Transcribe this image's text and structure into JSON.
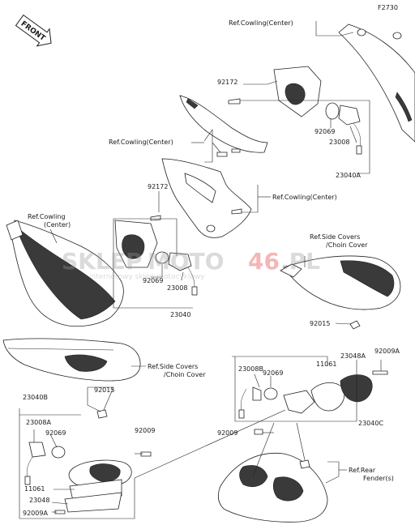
{
  "diagram_id": "F2730",
  "front_label": "FRONT",
  "labels": {
    "cowling_center_top": "Ref.Cowling(Center)",
    "cowling_center_mid": "Ref.Cowling(Center)",
    "cowling_center_right": "Ref.Cowling(Center)",
    "cowling_center_left_1": "Ref.Cowling",
    "cowling_center_left_2": "(Center)",
    "side_covers_right_1": "Ref.Side Covers",
    "side_covers_right_2": "/Choin Cover",
    "side_covers_left_1": "Ref.Side Covers",
    "side_covers_left_2": "/Choin Cover",
    "rear_fender_1": "Ref.Rear",
    "rear_fender_2": "Fender(s)"
  },
  "parts": {
    "p92172_a": "92172",
    "p92069_a": "92069",
    "p23008_a": "23008",
    "p23040A": "23040A",
    "p92172_b": "92172",
    "p92069_b": "92069",
    "p23008_b": "23008",
    "p23040": "23040",
    "p92015_a": "92015",
    "p11061_a": "11061",
    "p23048A": "23048A",
    "p92009A_a": "92009A",
    "p23008B": "23008B",
    "p92069_c": "92069",
    "p23040C": "23040C",
    "p92009_a": "92009",
    "p23040B": "23040B",
    "p92015_b": "92015",
    "p23008A": "23008A",
    "p92069_d": "92069",
    "p92009_b": "92009",
    "p11061_b": "11061",
    "p23048": "23048",
    "p92009A_b": "92009A"
  },
  "watermark": {
    "brand_a": "SKLEP",
    "brand_b": "MOTO",
    "brand_c": "46",
    "brand_d": ".PL",
    "tagline": "internetowy sklep motocyklowy"
  }
}
